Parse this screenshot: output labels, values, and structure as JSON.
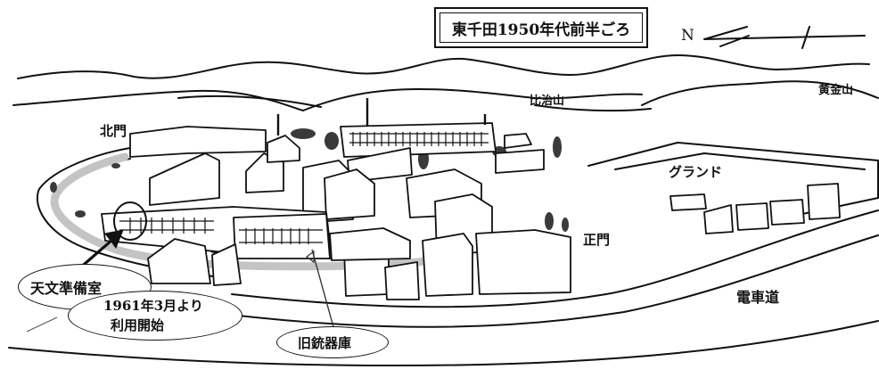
{
  "title": "東千田1950年代前半ごろ",
  "compass": "N",
  "mountains": {
    "hiji": "比治山",
    "ogon": "黄金山"
  },
  "labels": {
    "north_gate": "北門",
    "main_gate": "正門",
    "ground": "グランド",
    "tram_road": "電車道"
  },
  "callouts": {
    "observatory": "天文準備室",
    "since_line1": "1961年3月より",
    "since_line2": "利用開始",
    "armory": "旧銃器庫"
  },
  "colors": {
    "ink": "#111111",
    "path": "#bfbfbf",
    "trees": "#3a3a3a"
  }
}
